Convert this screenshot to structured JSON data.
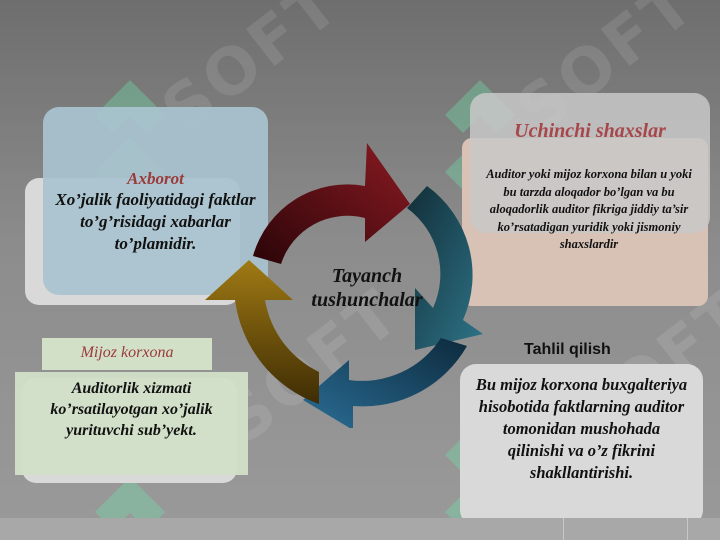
{
  "center_label": "Tayanch tushunchalar",
  "watermark": "SOFT",
  "cards": {
    "axborot": {
      "title": "Axborot",
      "text": "Xo’jalik faoliyatidagi faktlar to’g’risidagi xabarlar to’plamidir."
    },
    "uchinchi": {
      "title": "Uchinchi shaxslar",
      "text": "Auditor yoki mijoz korxona bilan u yoki bu tarzda aloqador bo’lgan va bu aloqadorlik auditor fikriga jiddiy ta’sir ko’rsatadigan yuridik  yoki jismoniy shaxslardir"
    },
    "mijoz": {
      "title": "Mijoz korxona",
      "text": "Auditorlik xizmati ko’rsatilayotgan xo’jalik yurituvchi sub’yekt."
    },
    "tahlil": {
      "title": "Tahlil qilish",
      "text": "Bu mijoz korxona buxgalteriya hisobotida faktlarning auditor tomonidan mushohada qilinishi va o’z fikrini shakllantirishi."
    }
  },
  "colors": {
    "arrow_top_left": "#6b0f16",
    "arrow_top_right": "#1f5a6b",
    "arrow_bottom": "#1a4e6e",
    "arrow_left": "#7a5a0a",
    "axborot_bg": "#a9c3cf",
    "uchinchi_bg": "#d8c2b6",
    "mijoz_bg": "#d2e0c8",
    "title_red": "#9b3a3a"
  }
}
